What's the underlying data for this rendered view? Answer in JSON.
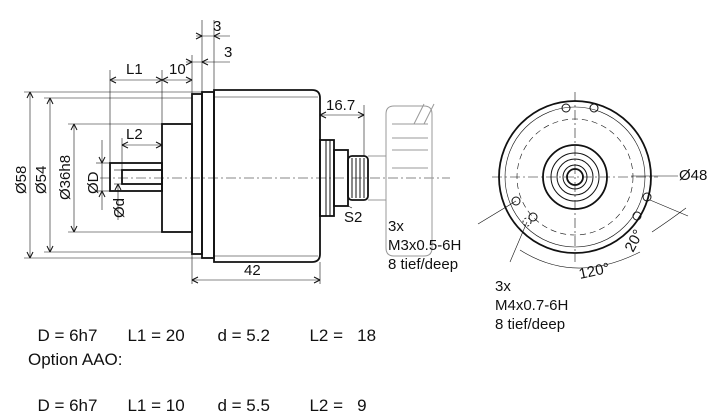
{
  "side_view": {
    "dim_flange_offset_1": "3",
    "dim_flange_offset_2": "3",
    "dim_L1": "L1",
    "dim_10": "10",
    "dim_L2": "L2",
    "dim_16_7": "16.7",
    "dim_42": "42",
    "dim_dia58": "Ø58",
    "dim_dia54": "Ø54",
    "dim_dia36h8": "Ø36h8",
    "dim_diaD": "ØD",
    "dim_diad": "Ød",
    "connector_label": "S2"
  },
  "front_view": {
    "dim_dia48": "Ø48",
    "angle_120": "120°",
    "angle_20": "20°",
    "thread_note_1": [
      "3x",
      "M3x0.5-6H",
      "8 tief/deep"
    ],
    "thread_note_2": [
      "3x",
      "M4x0.7-6H",
      "8 tief/deep"
    ]
  },
  "specs": {
    "standard": {
      "D": "D = 6h7",
      "L1": "L1 = 20",
      "d": "d = 5.2",
      "L2": "L2 =   18"
    },
    "option_title": "Option AAO:",
    "option": {
      "D": "D = 6h7",
      "L1": "L1 = 10",
      "d": "d = 5.5",
      "L2": "L2 =   9"
    }
  }
}
